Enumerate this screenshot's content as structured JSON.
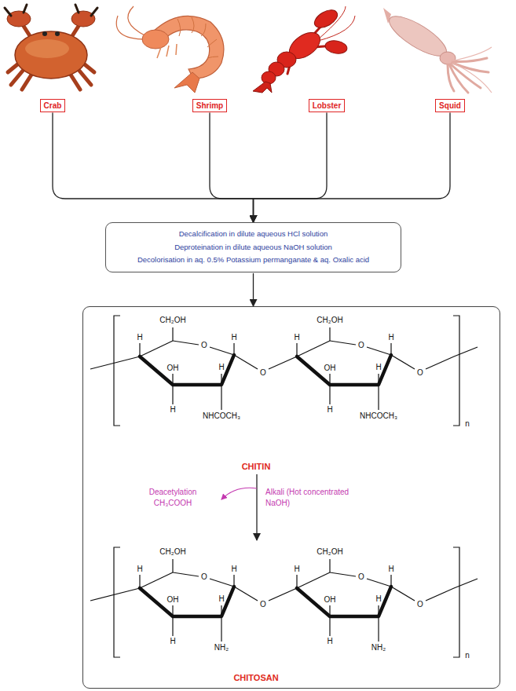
{
  "diagram": {
    "nodes": [
      {
        "text": [
          "Crab"
        ]
      },
      {
        "text": [
          "Shrimp"
        ]
      },
      {
        "text": [
          "Lobster"
        ]
      },
      {
        "text": [
          "Squid"
        ]
      },
      {
        "text": [
          "Decalcification in dilute aqueous HCl solution",
          "Deproteination in dilute aqueous NaOH solution",
          "Decolorisation in aq. 0.5% Potassium permanganate & aq. Oxalic acid"
        ]
      },
      {
        "text": [
          "CHITIN",
          "CHITOSAN"
        ]
      }
    ],
    "edges": [
      {
        "from": 0,
        "to": 4,
        "arrow": "to"
      },
      {
        "from": 1,
        "to": 4,
        "arrow": "to"
      },
      {
        "from": 2,
        "to": 4,
        "arrow": "to"
      },
      {
        "from": 3,
        "to": 4,
        "arrow": "to"
      },
      {
        "from": 4,
        "to": 5,
        "arrow": "to"
      }
    ],
    "labels": [
      "CH₂OH",
      "H",
      "O",
      "H",
      "OH",
      "H",
      "H",
      "NHCOCH₃",
      "O",
      "CH₂OH",
      "H",
      "O",
      "H",
      "OH",
      "H",
      "H",
      "NHCOCH₃",
      "O",
      "n",
      "Deacetylation CH₃COOH",
      "Alkali (Hot concentrated NaOH)",
      "CH₂OH",
      "H",
      "O",
      "H",
      "OH",
      "H",
      "H",
      "NH₂",
      "O",
      "CH₂OH",
      "H",
      "O",
      "H",
      "OH",
      "H",
      "H",
      "NH₂",
      "O",
      "n"
    ]
  }
}
